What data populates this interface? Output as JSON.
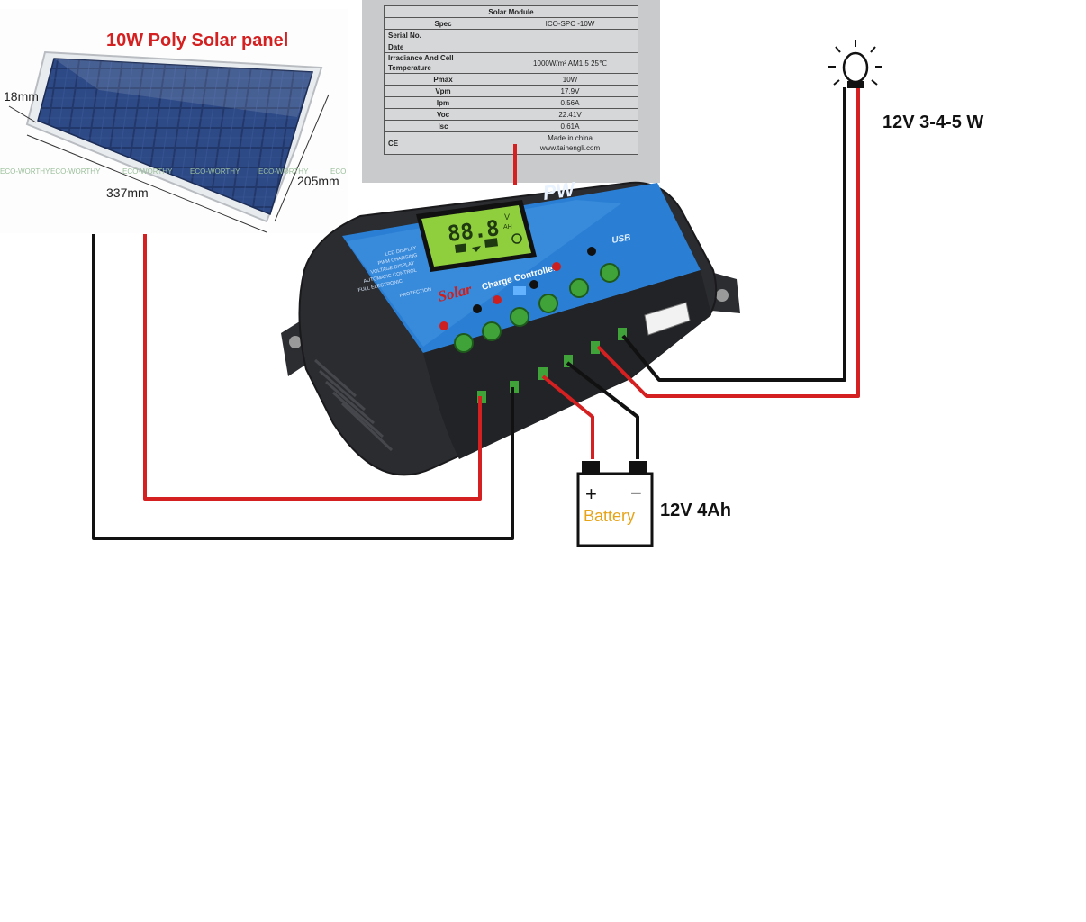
{
  "panel": {
    "title": "10W Poly Solar panel",
    "thickness": "18mm",
    "length": "337mm",
    "width": "205mm",
    "brand_marks": [
      "ECO-WORTHY",
      "ECO-WORTHY",
      "ECO-WORTHY",
      "ECO-WORTHY",
      "ECO-WORTHY",
      "ECO"
    ]
  },
  "spec_label": {
    "heading": "Solar Module",
    "rows": [
      {
        "key": "Spec",
        "value": "ICO-SPC -10W"
      },
      {
        "key": "Serial No.",
        "value": ""
      },
      {
        "key": "Date",
        "value": ""
      },
      {
        "key": "Irradiance And Cell Temperature",
        "value": "1000W/m² AM1.5 25℃"
      },
      {
        "key": "Pmax",
        "value": "10W"
      },
      {
        "key": "Vpm",
        "value": "17.9V"
      },
      {
        "key": "Ipm",
        "value": "0.56A"
      },
      {
        "key": "Voc",
        "value": "22.41V"
      },
      {
        "key": "Isc",
        "value": "0.61A"
      }
    ],
    "ce_mark": "CE",
    "made_in": "Made in china",
    "website": "www.taihengli.com"
  },
  "controller": {
    "lcd_digits": "88.8",
    "lcd_units_top": "V",
    "lcd_units_bottom": "AH",
    "brand_short": "PW",
    "solar_text": "Solar",
    "product_text": "Charge Controller",
    "usb_text": "USB",
    "features": [
      "LCD DISPLAY",
      "PWM CHARGING",
      "VOLTAGE DISPLAY",
      "AUTOMATIC CONTROL",
      "FULL ELECTRONIC",
      "PROTECTION"
    ]
  },
  "battery": {
    "label": "Battery",
    "plus": "+",
    "minus": "−",
    "rating": "12V 4Ah"
  },
  "lamp": {
    "rating": "12V 3-4-5 W"
  },
  "colors": {
    "positive_wire": "#d42020",
    "negative_wire": "#111111",
    "controller_blue": "#2a7fd4",
    "lcd_green": "#8fcf3e"
  }
}
